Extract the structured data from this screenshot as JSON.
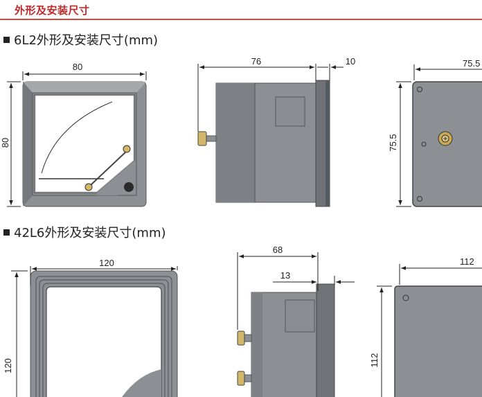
{
  "header": {
    "title": "外形及安装尺寸"
  },
  "section1": {
    "title": "6L2外形及安装尺寸(mm)",
    "front": {
      "width": "80",
      "height": "80"
    },
    "side": {
      "depth": "76",
      "flange": "10"
    },
    "back": {
      "width": "75.5",
      "height": "75.5"
    }
  },
  "section2": {
    "title": "42L6外形及安装尺寸(mm)",
    "front": {
      "width": "120",
      "height": "120"
    },
    "side": {
      "depth": "68",
      "flange": "13"
    },
    "back": {
      "width": "112",
      "height": "112"
    }
  },
  "colors": {
    "accent": "#c0282a",
    "housing": "#8c9094",
    "housing_dark": "#5f6367"
  }
}
